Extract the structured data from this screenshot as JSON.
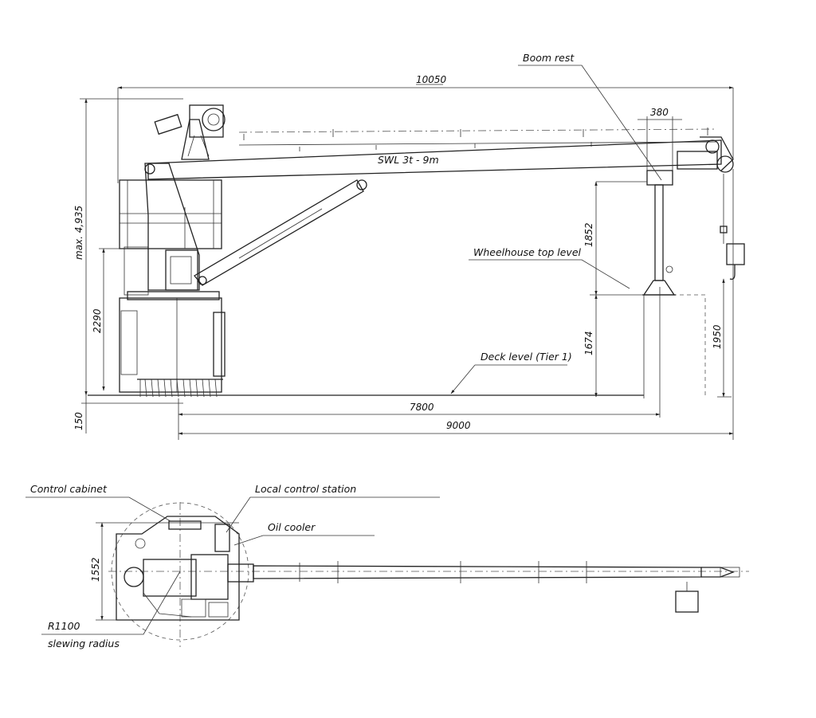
{
  "dimensions": {
    "overall_length": "10050",
    "boom_rest_width": "380",
    "max_height": "max. 4,935",
    "boom_rest_height": "1852",
    "wheelhouse_height": "1674",
    "pedestal_height": "2290",
    "hook_clearance": "1950",
    "base_offset": "150",
    "length_7800": "7800",
    "length_9000": "9000",
    "plan_width": "1552"
  },
  "labels": {
    "boom_rest": "Boom rest",
    "swl": "SWL 3t - 9m",
    "wheelhouse_top": "Wheelhouse top level",
    "deck_level": "Deck level (Tier 1)",
    "control_cabinet": "Control cabinet",
    "local_control": "Local control station",
    "oil_cooler": "Oil cooler",
    "radius": "R1100",
    "slewing_radius": "slewing radius"
  }
}
